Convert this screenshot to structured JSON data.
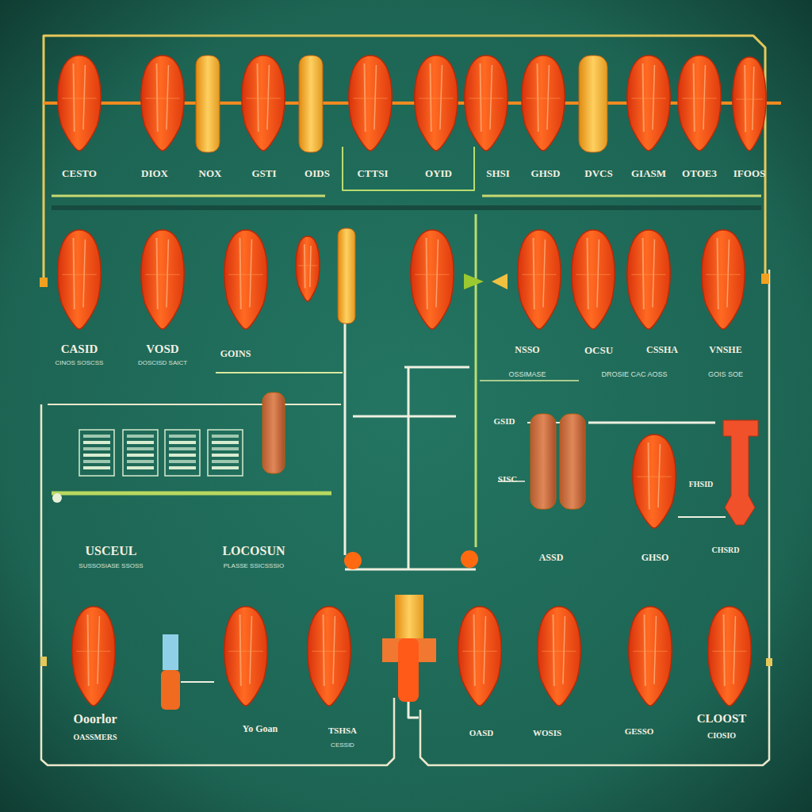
{
  "diagram": {
    "labels": [
      "CESTO",
      "DIOX",
      "NOX",
      "GSTI",
      "OIDS",
      "CTTSI",
      "OYID",
      "SHSI",
      "GHSD",
      "DVCS",
      "GIASM",
      "OTOE3",
      "IFOOS",
      "CASID",
      "CINOS SOSCSS",
      "VOSD",
      "DOSCISD SAICT",
      "GOINS",
      "NSSO",
      "OCSU",
      "CSSHA",
      "VNSHE",
      "OSSIMASE",
      "DROSIE CAC AOSS",
      "GOIS SOE",
      "GSID",
      "SISC",
      "FHSID",
      "USCEUL",
      "SUSSOSIASE SSOSS",
      "LOCOSUN",
      "PLASSE SSICSSSIO",
      "ASSD",
      "GHSO",
      "CHSRD",
      "Ooorlor",
      "OASSMERS",
      "Yo Goan",
      "TSHSA",
      "CESSID",
      "OASD",
      "WOSIS",
      "GESSO",
      "CLOOST",
      "CIOSIO"
    ]
  }
}
